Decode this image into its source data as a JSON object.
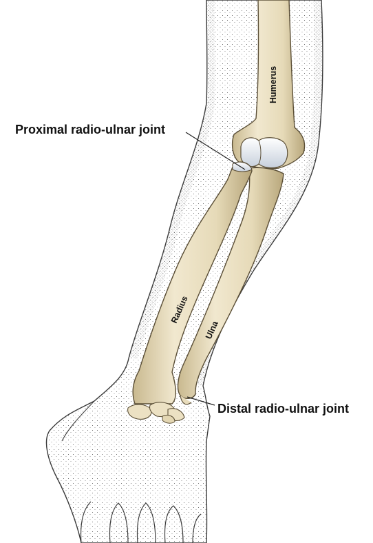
{
  "labels": {
    "proximal_joint": "Proximal radio-ulnar joint",
    "distal_joint": "Distal radio-ulnar joint",
    "humerus": "Humerus",
    "radius": "Radius",
    "ulna": "Ulna"
  },
  "colors": {
    "skin_outline": "#3a3a3a",
    "stipple": "#555555",
    "bone_fill": "#ede3c6",
    "bone_shade": "#c9b98f",
    "bone_outline": "#5a4e36",
    "cartilage": "#dfe6ee",
    "leader_line": "#222222",
    "text": "#111111"
  }
}
